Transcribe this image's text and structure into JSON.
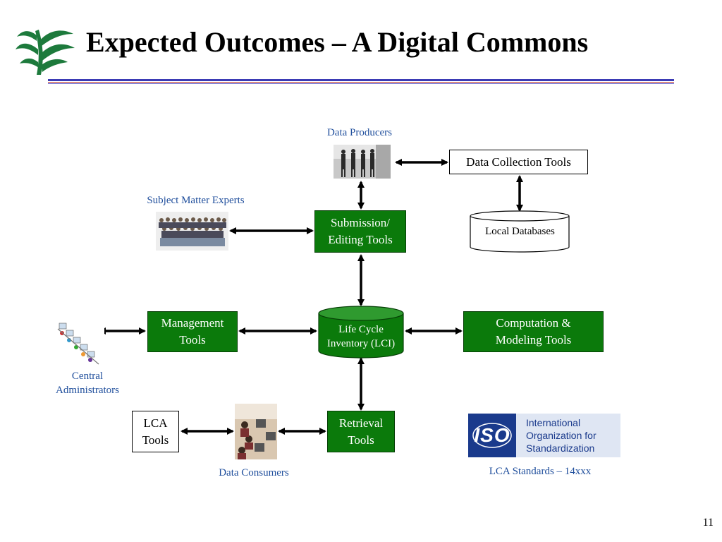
{
  "slide": {
    "title": "Expected Outcomes – A Digital Commons",
    "page_number": "11"
  },
  "actors": {
    "data_producers": "Data Producers",
    "subject_matter_experts": "Subject Matter Experts",
    "central_administrators_line1": "Central",
    "central_administrators_line2": "Administrators",
    "data_consumers": "Data Consumers",
    "lca_standards": "LCA Standards – 14xxx"
  },
  "boxes": {
    "data_collection_tools": "Data Collection Tools",
    "local_databases": "Local Databases",
    "submission_line1": "Submission/",
    "submission_line2": "Editing Tools",
    "management_line1": "Management",
    "management_line2": "Tools",
    "lci_line1": "Life Cycle",
    "lci_line2": "Inventory (LCI)",
    "computation_line1": "Computation &",
    "computation_line2": "Modeling Tools",
    "lca_line1": "LCA",
    "lca_line2": "Tools",
    "retrieval_line1": "Retrieval",
    "retrieval_line2": "Tools"
  },
  "iso_logo": {
    "mark": "ISO",
    "line1": "International",
    "line2": "Organization for",
    "line3": "Standardization"
  },
  "colors": {
    "green_box": "#0b7a0b",
    "label_blue": "#1f4e9c",
    "rule_blue": "#3b3bb5",
    "rule_red": "#c0392b",
    "logo_green": "#1d7a3c",
    "iso_blue": "#1a3a8c"
  }
}
